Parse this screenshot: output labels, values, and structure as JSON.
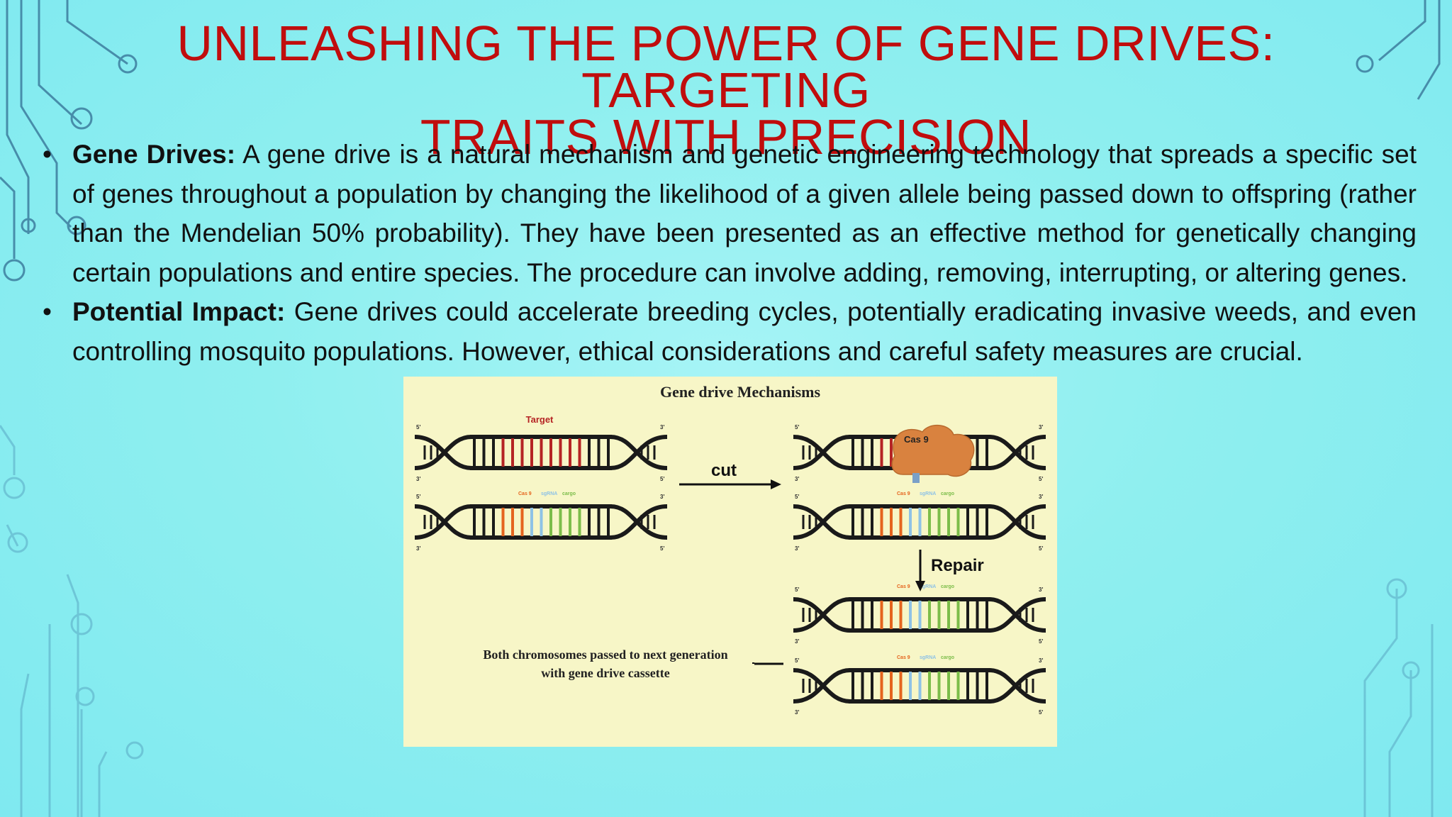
{
  "slide": {
    "title_line1": "Unleashing the Power of Gene Drives: Targeting",
    "title_line2": "Traits with Precision",
    "bullets": [
      {
        "heading": "Gene Drives:",
        "text": " A gene drive is a natural mechanism and genetic engineering technology that spreads a specific set of genes throughout a population by changing the likelihood of a given allele being passed down to offspring (rather than the Mendelian 50% probability). They have been presented as an effective method for genetically changing certain populations and entire species. The procedure can involve adding, removing, interrupting, or altering genes."
      },
      {
        "heading": "Potential Impact:",
        "text": " Gene drives could accelerate breeding cycles, potentially eradicating invasive weeds, and even controlling mosquito populations. However, ethical considerations and careful safety measures are crucial."
      }
    ]
  },
  "figure": {
    "title": "Gene drive Mechanisms",
    "target_label": "Target",
    "cut_label": "cut",
    "repair_label": "Repair",
    "cas9_blob_label": "Cas 9",
    "insert_labels": {
      "cas9": "Cas 9",
      "sgrna": "sgRNA",
      "cargo": "cargo"
    },
    "prime5": "5'",
    "prime3": "3'",
    "caption_line1": "Both chromosomes passed to next generation",
    "caption_line2": "with gene drive cassette",
    "colors": {
      "background": "#f7f6c7",
      "backbone": "#1a1a1a",
      "target_rung": "#b52424",
      "cas9_rung": "#e5641e",
      "sgrna_rung": "#8ec2e6",
      "cargo_rung": "#7cbd4a",
      "cas9_blob": "#d9823f"
    }
  },
  "theme": {
    "title_color": "#c00d0d",
    "circuit_color": "#3a7fa3"
  }
}
